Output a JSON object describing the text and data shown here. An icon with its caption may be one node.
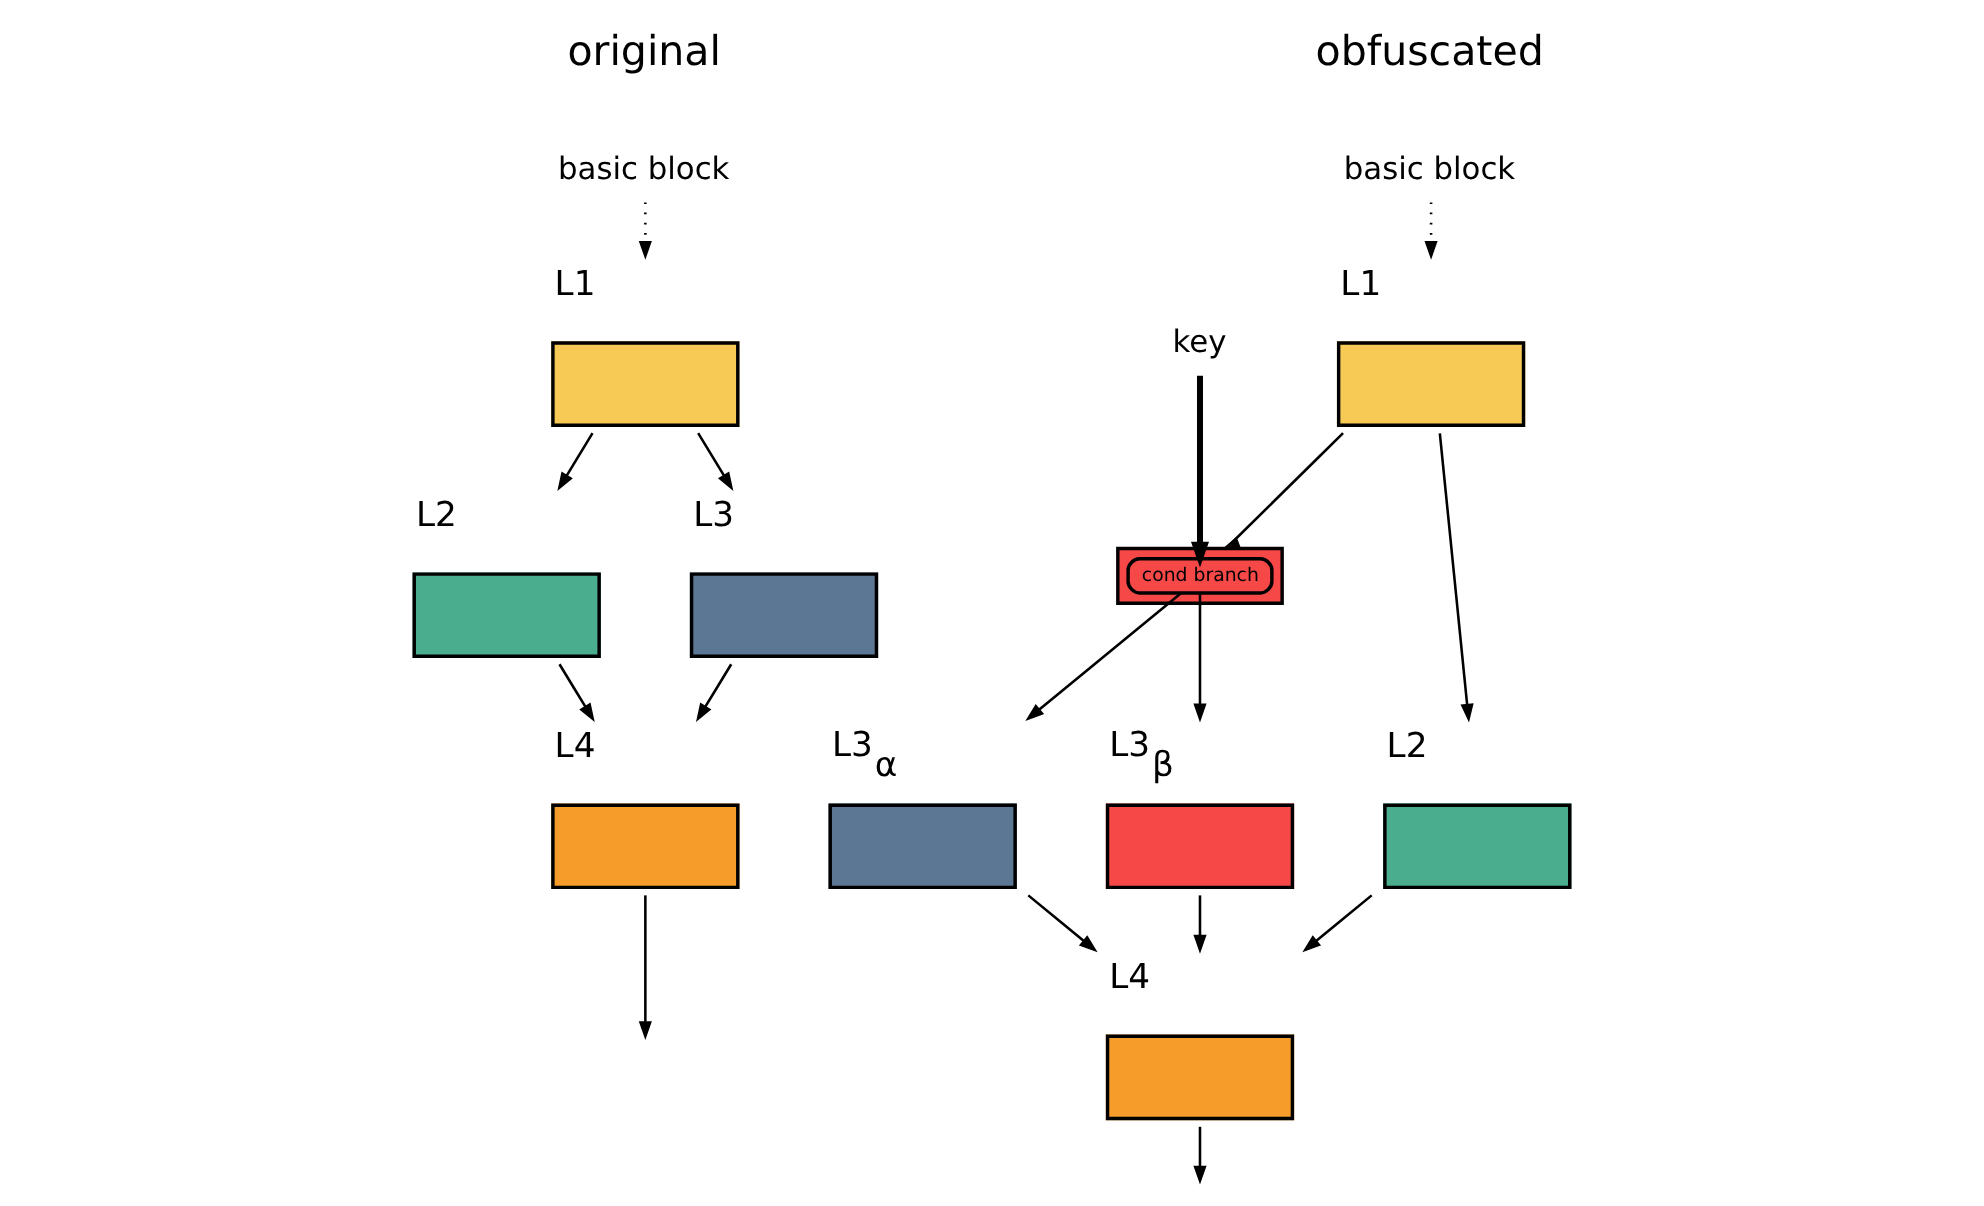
{
  "diagram": {
    "nodes": [
      {
        "text": [
          "basic block"
        ]
      },
      {
        "text": [
          "L1"
        ]
      },
      {
        "text": [
          "L2"
        ]
      },
      {
        "text": [
          "L3"
        ]
      },
      {
        "text": [
          "L4"
        ]
      },
      {
        "text": [
          "basic block"
        ]
      },
      {
        "text": [
          "L1"
        ]
      },
      {
        "text": [
          "L2"
        ]
      },
      {
        "text": [],
        "shape": "box"
      },
      {
        "text": [
          "cond branch"
        ],
        "in": 8
      },
      {
        "text": [
          "L3$_{α}$"
        ]
      },
      {
        "text": [
          "L3$_{β}$"
        ]
      },
      {
        "text": [
          "L4"
        ]
      },
      {
        "text": [
          "key"
        ]
      }
    ],
    "labels": [
      "original",
      "obfuscated"
    ],
    "edges": [
      {
        "from": 0,
        "to": 1,
        "arrow": "to",
        "style": "dashed"
      },
      {
        "from": 1,
        "to": 2,
        "arrow": "to"
      },
      {
        "from": 1,
        "to": 3,
        "arrow": "to"
      },
      {
        "from": 2,
        "to": 4,
        "arrow": "to"
      },
      {
        "from": 3,
        "to": 4,
        "arrow": "to"
      },
      {
        "from": 4,
        "to": null,
        "arrow": "to"
      },
      {
        "from": 5,
        "to": 6,
        "arrow": "to",
        "style": "dashed"
      },
      {
        "from": 6,
        "to": 7,
        "arrow": "to"
      },
      {
        "from": 6,
        "to": 8,
        "arrow": "to"
      },
      {
        "from": 9,
        "to": 10,
        "arrow": "to"
      },
      {
        "from": 9,
        "to": 11,
        "arrow": "to"
      },
      {
        "from": 7,
        "to": 12,
        "arrow": "to"
      },
      {
        "from": 10,
        "to": 12,
        "arrow": "to"
      },
      {
        "from": 11,
        "to": 12,
        "arrow": "to"
      },
      {
        "from": 13,
        "to": 9,
        "arrow": "to",
        "style": "thick"
      },
      {
        "from": 12,
        "to": null,
        "arrow": "to"
      }
    ]
  }
}
